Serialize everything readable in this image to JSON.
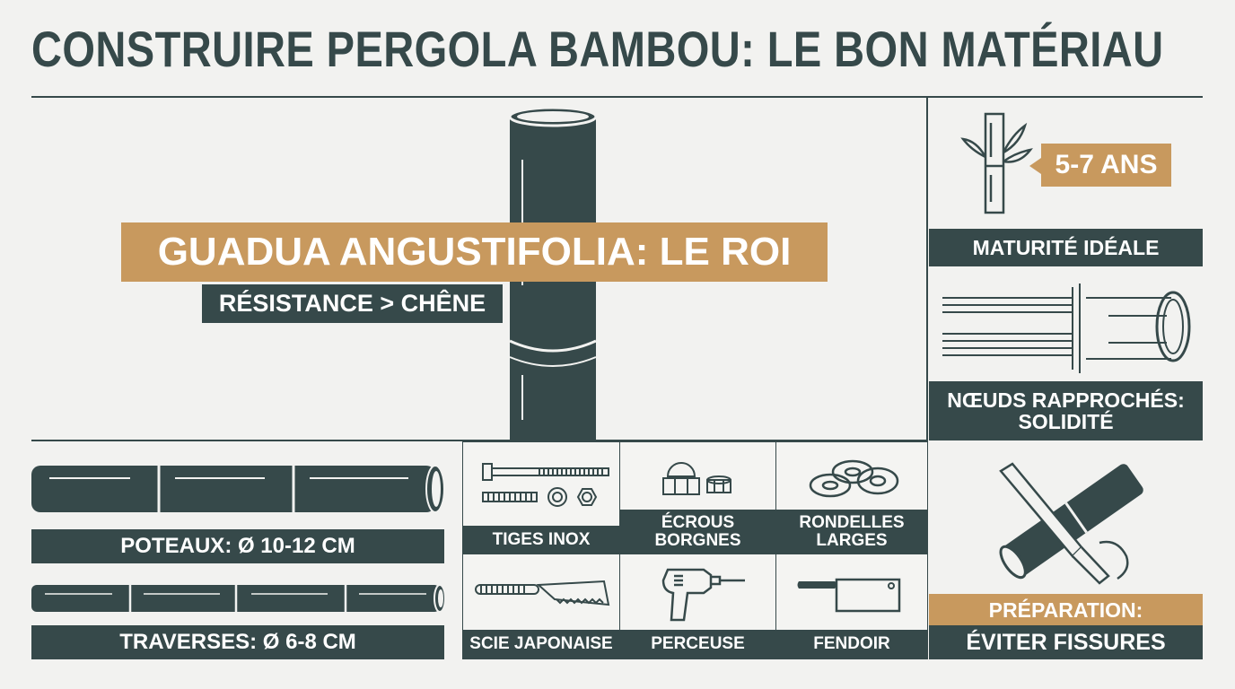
{
  "title": "CONSTRUIRE PERGOLA BAMBOU: LE BON MATÉRIAU",
  "hero": {
    "banner": "GUADUA ANGUSTIFOLIA: LE ROI",
    "subtitle": "RÉSISTANCE > CHÊNE"
  },
  "maturity": {
    "callout": "5-7 ANS",
    "label": "MATURITÉ IDÉALE"
  },
  "nodes": {
    "label_line1": "NŒUDS RAPPROCHÉS:",
    "label_line2": "SOLIDITÉ"
  },
  "sizes": {
    "posts": "POTEAUX: Ø 10-12 CM",
    "beams": "TRAVERSES: Ø 6-8 CM"
  },
  "tools": [
    {
      "label": "TIGES INOX",
      "icon": "threaded-rod-icon"
    },
    {
      "label_line1": "ÉCROUS",
      "label_line2": "BORGNES",
      "icon": "cap-nut-icon"
    },
    {
      "label_line1": "RONDELLES",
      "label_line2": "LARGES",
      "icon": "washers-icon"
    },
    {
      "label": "SCIE JAPONAISE",
      "icon": "japanese-saw-icon"
    },
    {
      "label": "PERCEUSE",
      "icon": "drill-icon"
    },
    {
      "label": "FENDOIR",
      "icon": "cleaver-icon"
    }
  ],
  "preparation": {
    "line1": "PRÉPARATION:",
    "line2": "ÉVITER FISSURES"
  },
  "colors": {
    "dark": "#36494a",
    "accent": "#c8995e",
    "background": "#f2f2f0"
  }
}
